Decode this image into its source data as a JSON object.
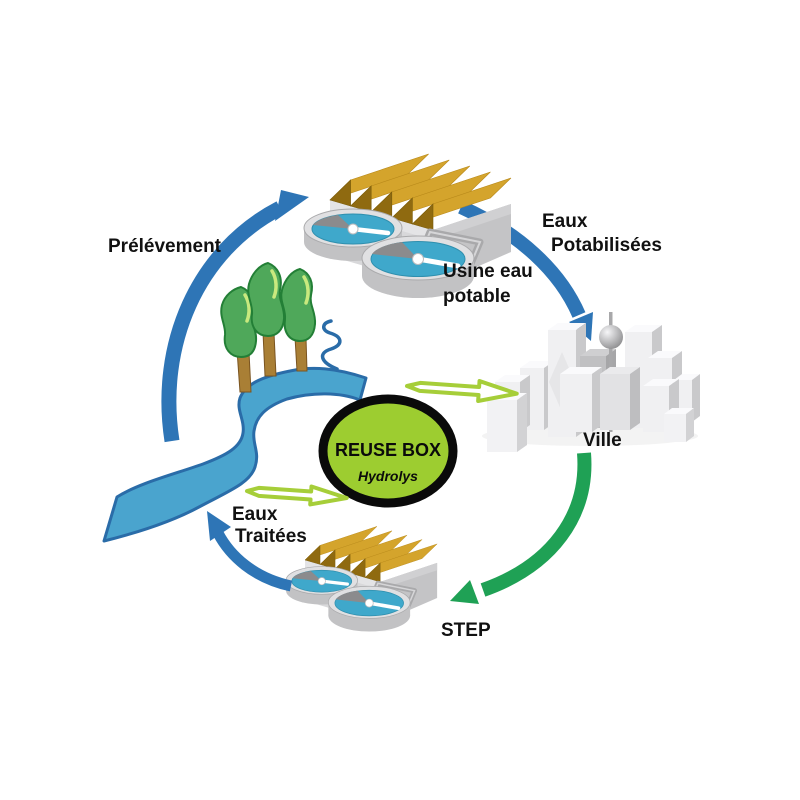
{
  "diagram": {
    "labels": {
      "prelevement": "Prélévement",
      "eaux_potabilisees_line1": "Eaux",
      "eaux_potabilisees_line2": "Potabilisées",
      "usine_line1": "Usine eau",
      "usine_line2": "potable",
      "ville": "Ville",
      "reuse_box": "REUSE BOX",
      "reuse_box_sub": "Hydrolys",
      "eaux_traitees_line1": "Eaux",
      "eaux_traitees_line2": "Traitées",
      "step": "STEP"
    },
    "colors": {
      "arrow_blue": "#2e75b6",
      "arrow_green": "#1fa155",
      "arrow_light_green": "#a6ce39",
      "reuse_green": "#9dcd30",
      "river_blue": "#4aa4ce",
      "river_edge": "#2a6ca8",
      "roof_gold": "#d4a42c",
      "roof_gold_dark": "#8f6a10",
      "tank_water": "#3fa8cb",
      "tree_green": "#4fa85a",
      "building_gray": "#d8d8da",
      "city_gray": "#f0f0f2",
      "label_black": "#111111"
    }
  }
}
